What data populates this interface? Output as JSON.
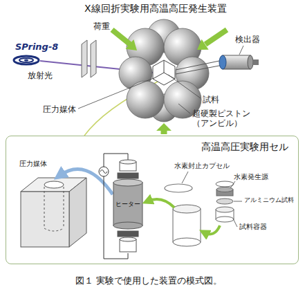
{
  "diagram": {
    "title": "X線回折実験用高温高圧発生装置",
    "caption": "図１ 実験で使用した装置の模式図。",
    "nodes": [
      {
        "text": [
          "高温高圧実験用セル"
        ]
      }
    ],
    "labels": [
      "荷重",
      "検出器",
      "SPring-8",
      "放射光",
      "試料",
      "圧力媒体",
      "超硬製ピストン （アンビル）",
      "圧力媒体",
      "ヒーター",
      "水素封止カプセル",
      "水素発生源",
      "アルミニウム試料",
      "試料容器"
    ]
  }
}
